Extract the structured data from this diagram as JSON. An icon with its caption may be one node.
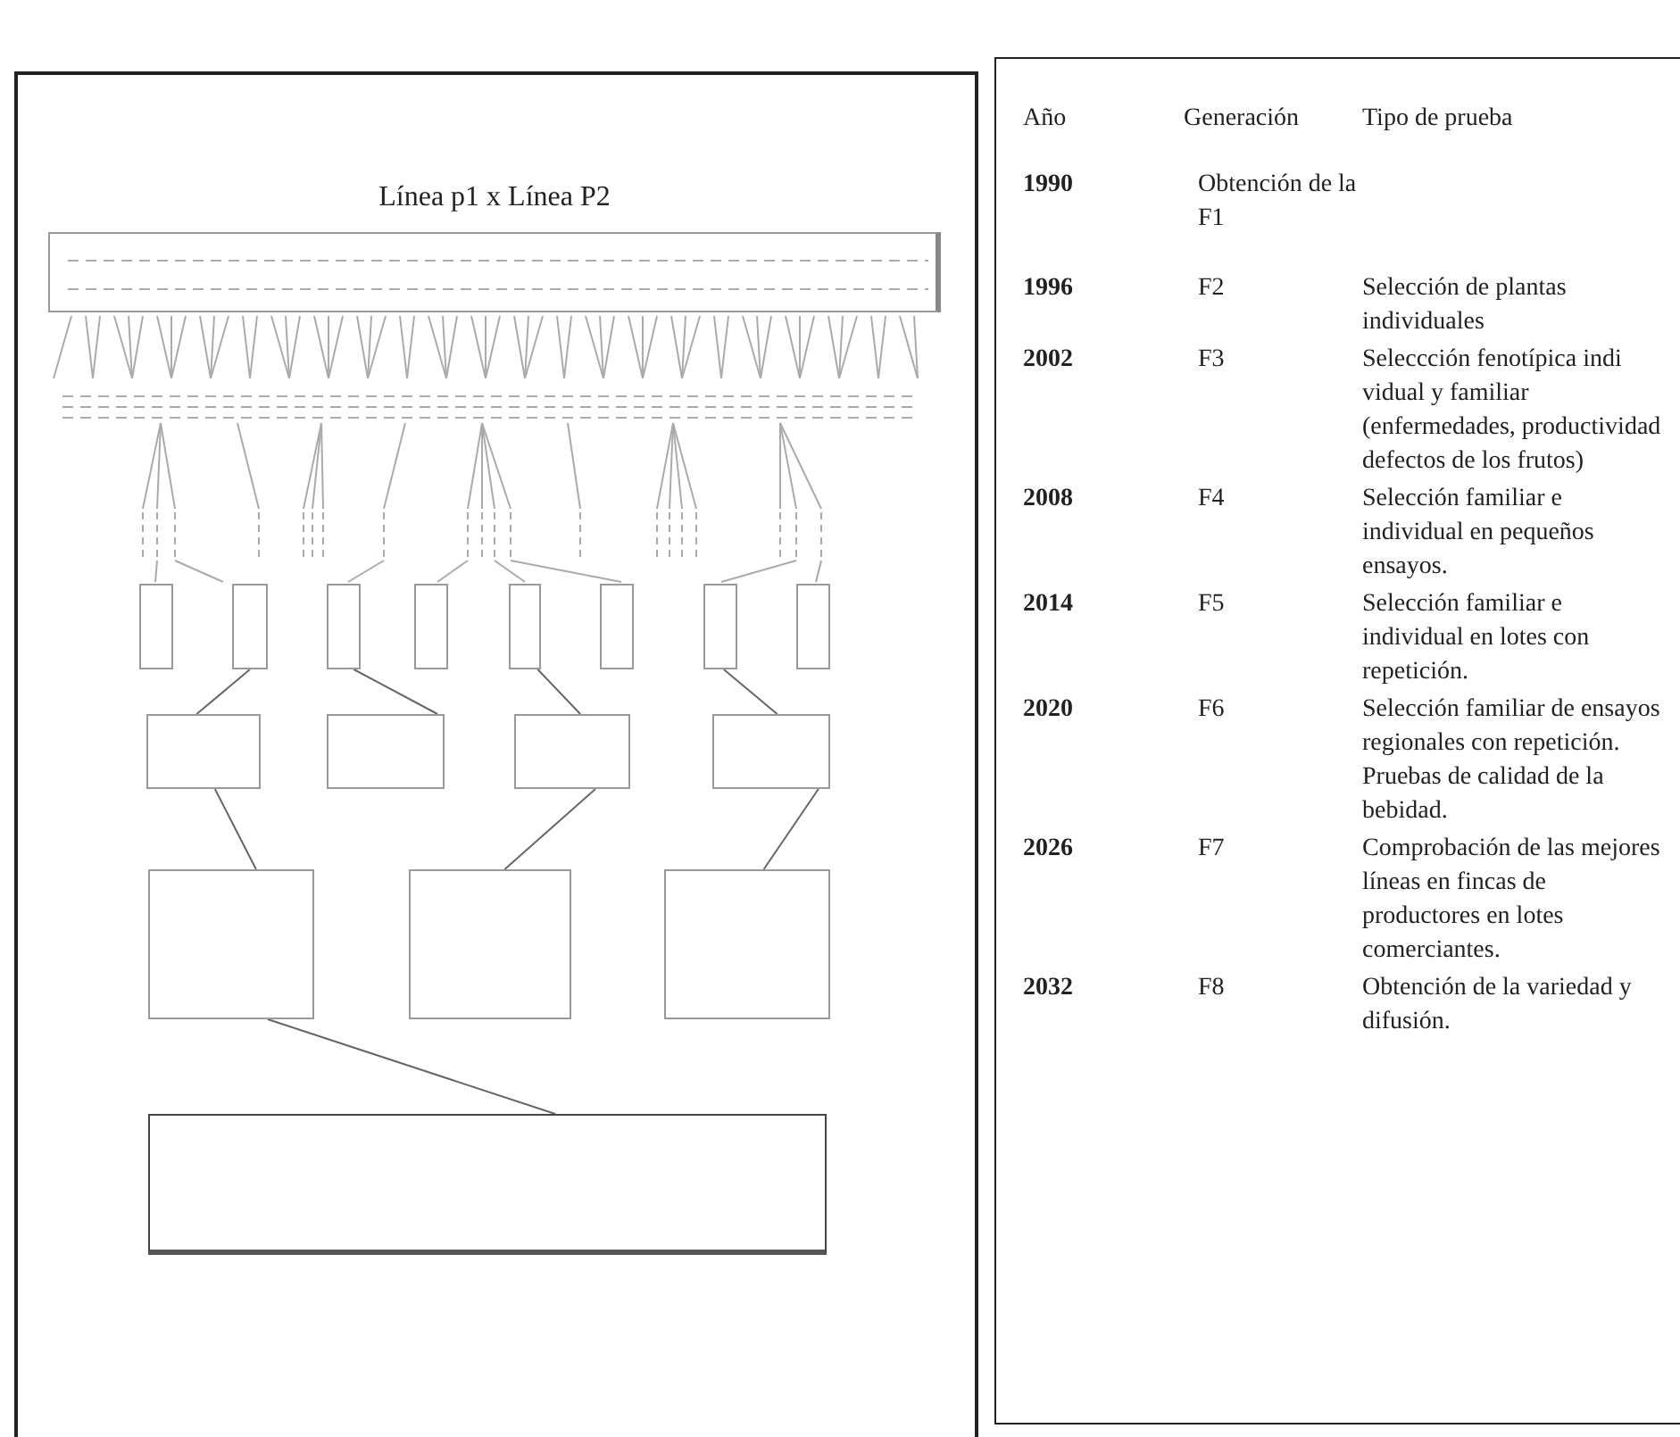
{
  "diagram": {
    "nodes": [
      {
        "text": [
          "Línea p1 x Línea P2"
        ]
      },
      {
        "text": [],
        "shape": "box"
      },
      {
        "text": [],
        "shape": "box"
      },
      {
        "text": [],
        "shape": "box"
      },
      {
        "text": [],
        "shape": "box"
      },
      {
        "text": [],
        "shape": "box"
      },
      {
        "text": [],
        "shape": "box"
      },
      {
        "text": [],
        "shape": "box"
      },
      {
        "text": [],
        "shape": "box"
      },
      {
        "text": [],
        "shape": "box"
      },
      {
        "text": [],
        "shape": "box"
      },
      {
        "text": [],
        "shape": "box"
      },
      {
        "text": [],
        "shape": "box"
      },
      {
        "text": [],
        "shape": "box"
      },
      {
        "text": [],
        "shape": "box"
      },
      {
        "text": [],
        "shape": "box"
      },
      {
        "text": [],
        "shape": "box"
      }
    ],
    "edges": [
      {
        "from": 2,
        "to": 9,
        "arrow": "none"
      },
      {
        "from": 3,
        "to": 10,
        "arrow": "none"
      },
      {
        "from": 5,
        "to": 11,
        "arrow": "none"
      },
      {
        "from": 7,
        "to": 12,
        "arrow": "none"
      },
      {
        "from": 9,
        "to": 13,
        "arrow": "none"
      },
      {
        "from": 11,
        "to": 14,
        "arrow": "none"
      },
      {
        "from": 12,
        "to": 15,
        "arrow": "none"
      },
      {
        "from": 13,
        "to": 16,
        "arrow": "none"
      }
    ],
    "labels": [
      "Año",
      "Generación",
      "Tipo de prueba",
      "1990",
      "Obtención de la F1",
      "1996",
      "F2",
      "Selección de plantas individuales",
      "2002",
      "F3",
      "Seleccción fenotípica indi vidual y familiar (enfermedades, productividad defectos de los frutos)",
      "2008",
      "F4",
      "Selección familiar e individual en pequeños ensayos.",
      "2014",
      "F5",
      "Selección familiar e individual en lotes con repetición.",
      "2020",
      "F6",
      "Selección familiar de ensayos regionales con repetición. Pruebas de calidad de la bebidad.",
      "2026",
      "F7",
      "Comprobación de las mejores líneas en fincas de productores en  lotes comerciantes.",
      "2032",
      "F8",
      "Obtención de la variedad y difusión."
    ]
  }
}
